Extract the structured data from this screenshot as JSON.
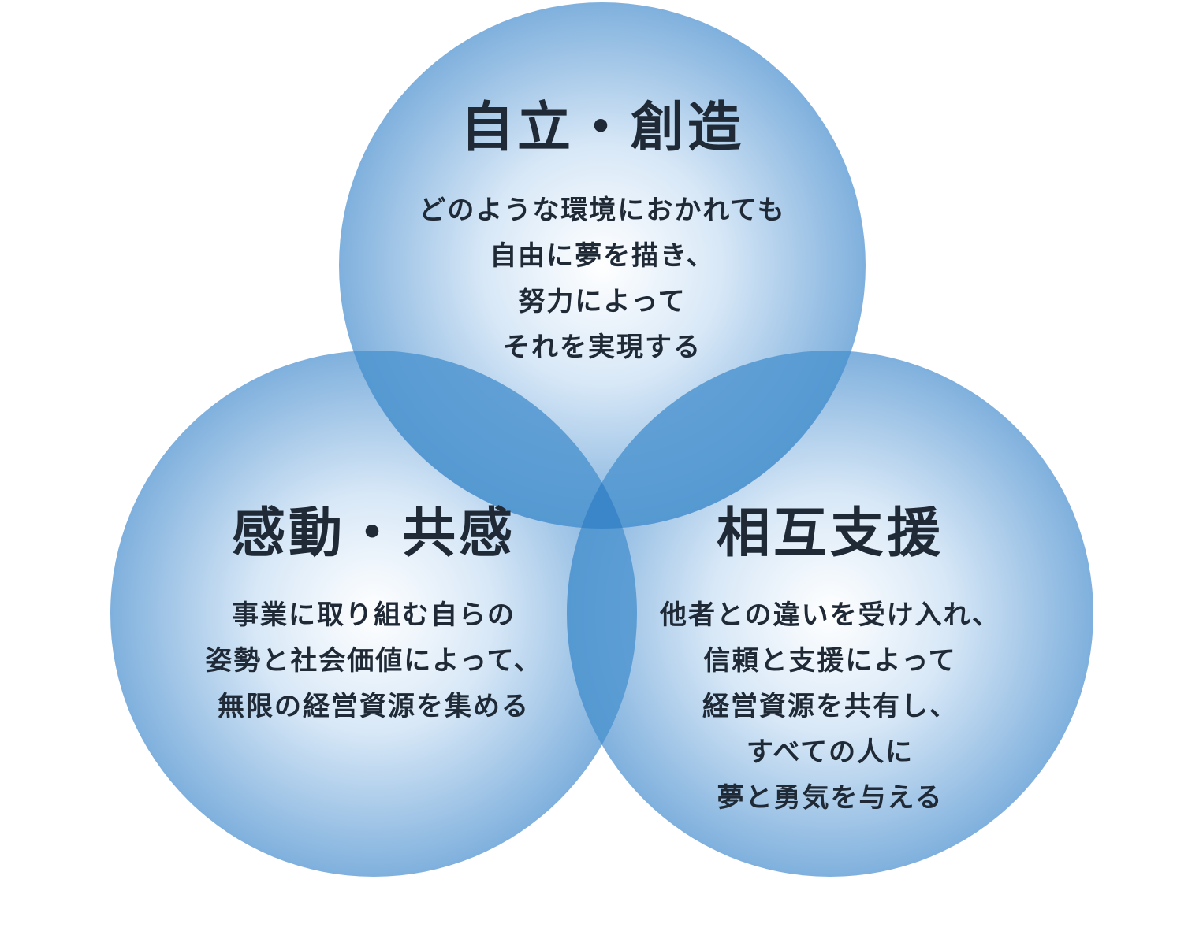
{
  "colors": {
    "center": "#ffffff",
    "edge": "#7fb0dd",
    "overlap": "#4f95d0",
    "center_overlap": "#3a86c9",
    "text": "#1f2a36"
  },
  "circles": [
    {
      "id": "top",
      "title": "自立・創造",
      "lines": [
        "どのような環境におかれても",
        "自由に夢を描き、",
        "努力によって",
        "それを実現する"
      ]
    },
    {
      "id": "left",
      "title": "感動・共感",
      "lines": [
        "事業に取り組む自らの",
        "姿勢と社会価値によって、",
        "無限の経営資源を集める"
      ]
    },
    {
      "id": "right",
      "title": "相互支援",
      "lines": [
        "他者との違いを受け入れ、",
        "信頼と支援によって",
        "経営資源を共有し、",
        "すべての人に",
        "夢と勇気を与える"
      ]
    }
  ]
}
